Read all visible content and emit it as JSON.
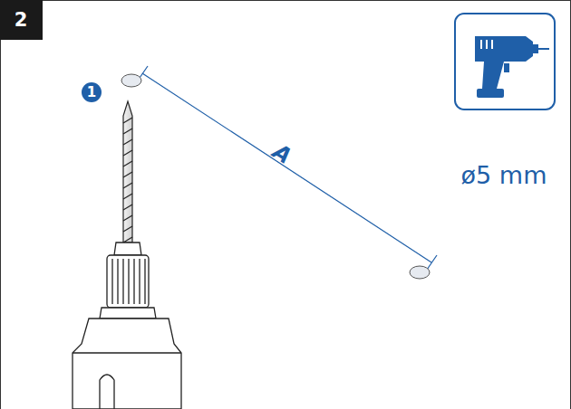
{
  "diagram": {
    "labels": [
      "2",
      "1",
      "A",
      "ø5 mm"
    ]
  }
}
